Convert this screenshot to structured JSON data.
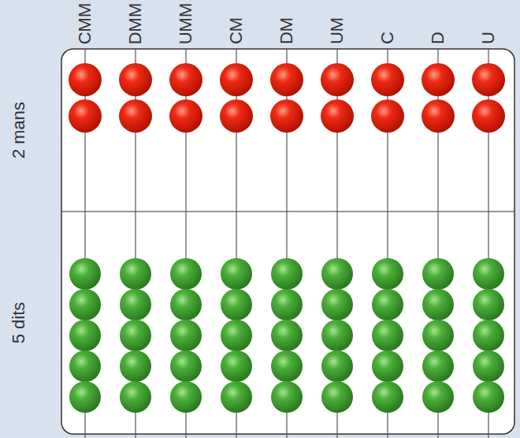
{
  "diagram": {
    "labels": [
      "CMM",
      "DMM",
      "UMM",
      "CM",
      "DM",
      "UM",
      "C",
      "D",
      "U",
      "2 mans",
      "5 dits"
    ]
  }
}
